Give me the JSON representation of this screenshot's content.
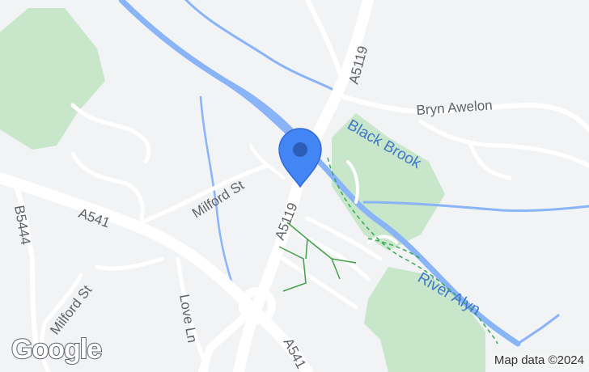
{
  "labels": {
    "a5119_north": "A5119",
    "a5119_center": "A5119",
    "a541_west": "A541",
    "a541_south": "A541",
    "b5444": "B5444",
    "milford_st_1": "Milford St",
    "milford_st_2": "Milford St",
    "bryn_awelon": "Bryn Awelon",
    "love_ln": "Love Ln",
    "black_brook": "Black Brook",
    "river_alyn": "River Alyn"
  },
  "attribution": "Map data ©2024",
  "logo": "Google",
  "colors": {
    "land": "#f1f3f4",
    "road": "#ffffff",
    "park": "#c8e6c9",
    "water": "#8ab4f8",
    "marker": "#4285f4",
    "trail": "#34a853"
  },
  "icons": {
    "marker": "map-pin-icon"
  }
}
